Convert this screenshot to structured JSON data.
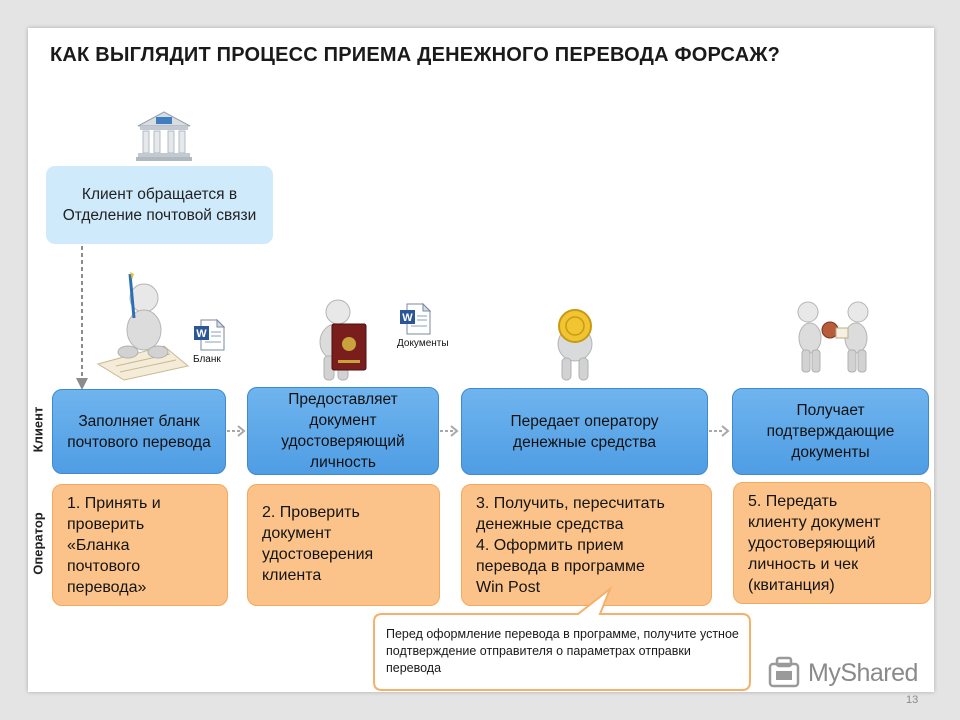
{
  "title": "КАК ВЫГЛЯДИТ ПРОЦЕСС ПРИЕМА ДЕНЕЖНОГО ПЕРЕВОДА ФОРСАЖ?",
  "start_step": "Клиент обращается в Отделение почтовой связи",
  "rows": {
    "client": "Клиент",
    "operator": "Оператор"
  },
  "client_steps": [
    "Заполняет бланк почтового перевода",
    "Предоставляет документ удостоверяющий личность",
    "Передает оператору денежные средства",
    "Получает подтверждающие документы"
  ],
  "operator_steps": [
    [
      "1. Принять и",
      "проверить",
      "«Бланка",
      "почтового",
      "перевода»"
    ],
    [
      "2. Проверить",
      "документ",
      "удостоверения",
      "клиента"
    ],
    [
      "3. Получить, пересчитать",
      "денежные средства",
      "4. Оформить прием",
      "перевода в программе",
      "Win Post"
    ],
    [
      "5. Передать",
      "клиенту документ",
      "удостоверяющий",
      "личность и чек",
      "(квитанция)"
    ]
  ],
  "doc_labels": {
    "form": "Бланк",
    "documents": "Документы"
  },
  "callout": "Перед оформление перевода в программе, получите устное подтверждение отправителя о параметрах отправки перевода",
  "brand": "MyShared",
  "page_number": "13",
  "colors": {
    "client_box": "#5aa6e8",
    "start_box": "#cfeafb",
    "operator_box": "#fbc389",
    "callout_border": "#f5b06a"
  }
}
